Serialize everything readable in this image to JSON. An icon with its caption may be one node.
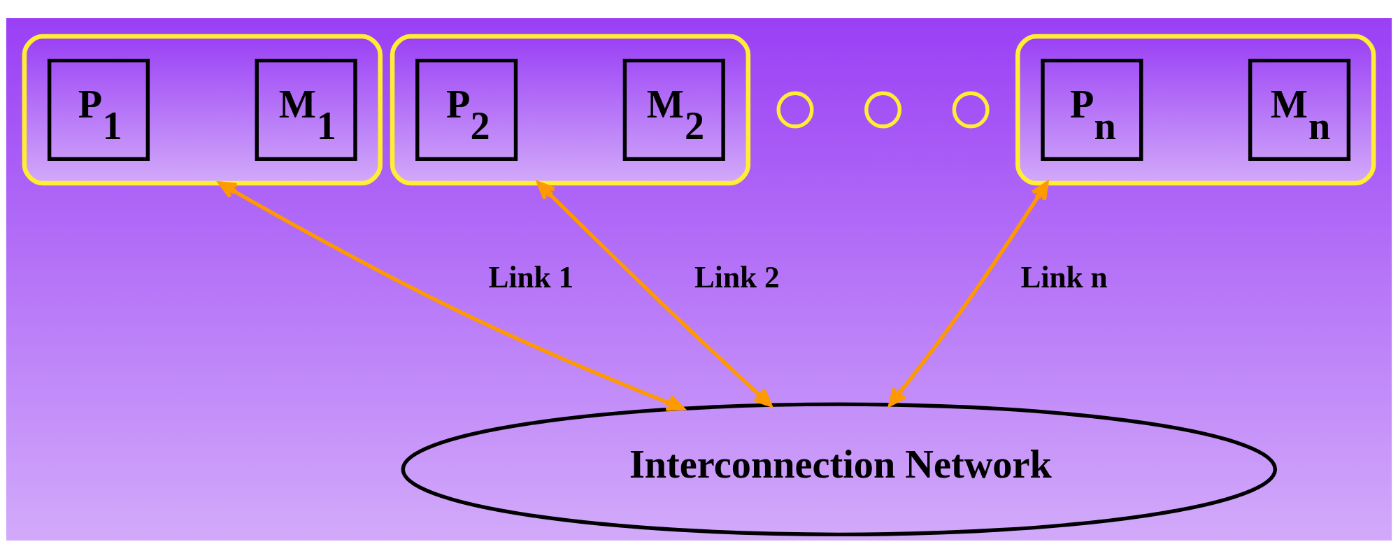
{
  "diagram": {
    "nodes": [
      {
        "text": [],
        "shape": "box"
      },
      {
        "text": [
          "P$_{1}$"
        ],
        "in": 0
      },
      {
        "text": [
          "M$_{1}$"
        ],
        "in": 0
      },
      {
        "text": [],
        "shape": "box"
      },
      {
        "text": [
          "P$_{2}$"
        ],
        "in": 3
      },
      {
        "text": [
          "M$_{2}$"
        ],
        "in": 3
      },
      {
        "text": [],
        "shape": "circle"
      },
      {
        "text": [],
        "shape": "circle"
      },
      {
        "text": [],
        "shape": "circle"
      },
      {
        "text": [],
        "shape": "box"
      },
      {
        "text": [
          "P$_{n}$"
        ],
        "in": 9
      },
      {
        "text": [
          "M$_{n}$"
        ],
        "in": 9
      },
      {
        "text": [
          "Interconnection Network"
        ]
      }
    ],
    "edges": [
      {
        "from": 0,
        "to": 12,
        "arrow": "both",
        "label": "Link 1"
      },
      {
        "from": 3,
        "to": 12,
        "arrow": "both",
        "label": "Link 2"
      },
      {
        "from": 9,
        "to": 12,
        "arrow": "both",
        "label": "Link n"
      }
    ]
  }
}
